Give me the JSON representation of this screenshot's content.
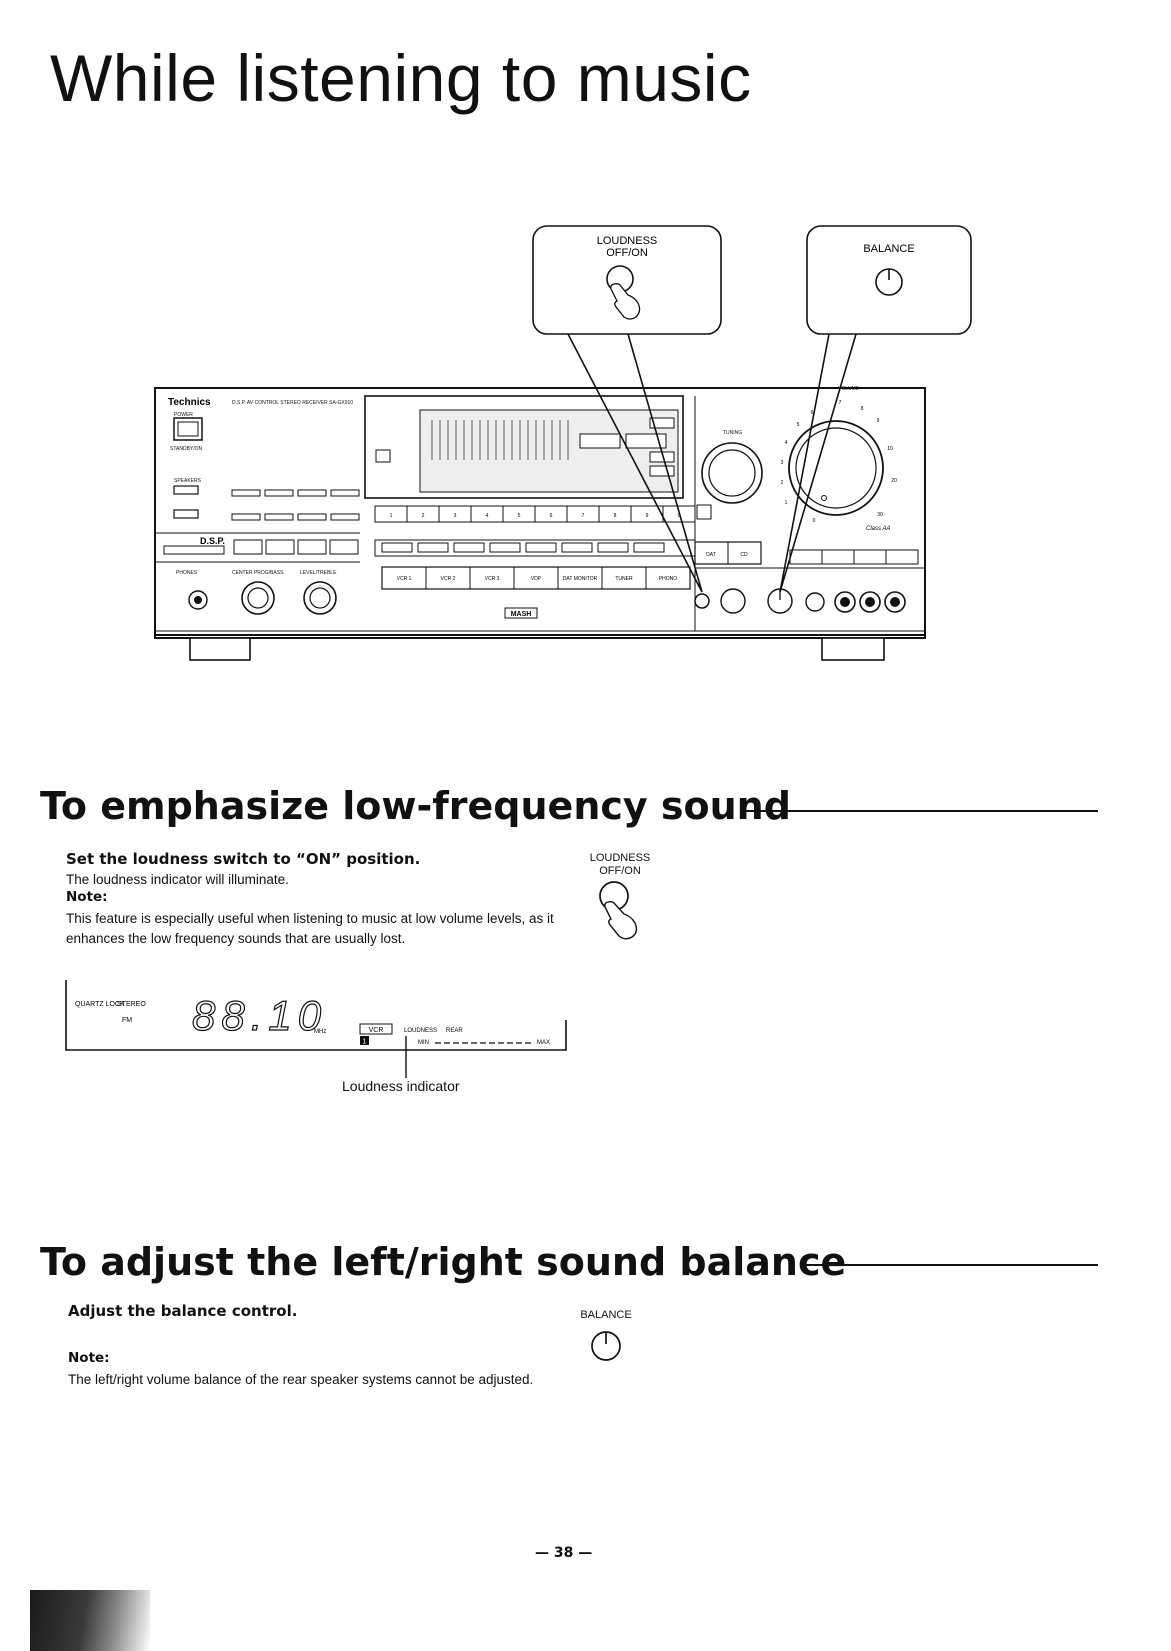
{
  "page": {
    "title": "While listening to music",
    "page_number": "— 38 —"
  },
  "callouts": {
    "loudness_label_line1": "LOUDNESS",
    "loudness_label_line2": "OFF/ON",
    "balance_label": "BALANCE"
  },
  "receiver": {
    "brand": "Technics",
    "model_text": "D.S.P. AV CONTROL STEREO RECEIVER SA-GX910",
    "power_label": "POWER",
    "standby_label": "STANDBY/ON",
    "speakers_label": "SPEAKERS",
    "dsp_label": "D.S.P.",
    "phones_label": "PHONES",
    "center_label": "CENTER PROG/BASS",
    "level_label": "LEVEL/TREBLE",
    "tuning_label": "TUNING",
    "volume_label": "VOLUME",
    "mash_label": "MASH",
    "class_label": "Class AA",
    "preset_numbers": [
      "1",
      "2",
      "3",
      "4",
      "5",
      "6",
      "7",
      "8",
      "9",
      "0"
    ],
    "inputs": [
      "VCR 1",
      "VCR 2",
      "VCR 3",
      "VDP",
      "DAT MONITOR",
      "TUNER",
      "PHONO"
    ],
    "right_buttons": [
      "DAT",
      "CD"
    ],
    "dial_numbers": [
      "0",
      "1",
      "2",
      "3",
      "4",
      "5",
      "6",
      "7",
      "8",
      "9",
      "10",
      "20",
      "30"
    ]
  },
  "section_loudness": {
    "heading": "To emphasize low-frequency sound",
    "instruction": "Set the loudness switch to “ON” position.",
    "body": "The loudness indicator will illuminate.",
    "note_label": "Note:",
    "note_text": "This feature is especially useful when listening to music at low volume levels, as it enhances the low frequency sounds that are usually lost.",
    "button_label_line1": "LOUDNESS",
    "button_label_line2": "OFF/ON"
  },
  "display": {
    "quartz_lock": "QUARTZ LOCK",
    "stereo": "STEREO",
    "fm": "FM",
    "frequency": "88.10",
    "unit": "MHz",
    "vcr": "VCR",
    "vcr_num": "1",
    "loudness": "LOUDNESS",
    "rear": "REAR",
    "min": "MIN",
    "max": "MAX",
    "indicator_caption": "Loudness indicator"
  },
  "section_balance": {
    "heading": "To adjust the left/right sound balance",
    "instruction": "Adjust the balance control.",
    "note_label": "Note:",
    "note_text": "The left/right volume balance of the rear speaker systems cannot be adjusted.",
    "button_label": "BALANCE"
  }
}
